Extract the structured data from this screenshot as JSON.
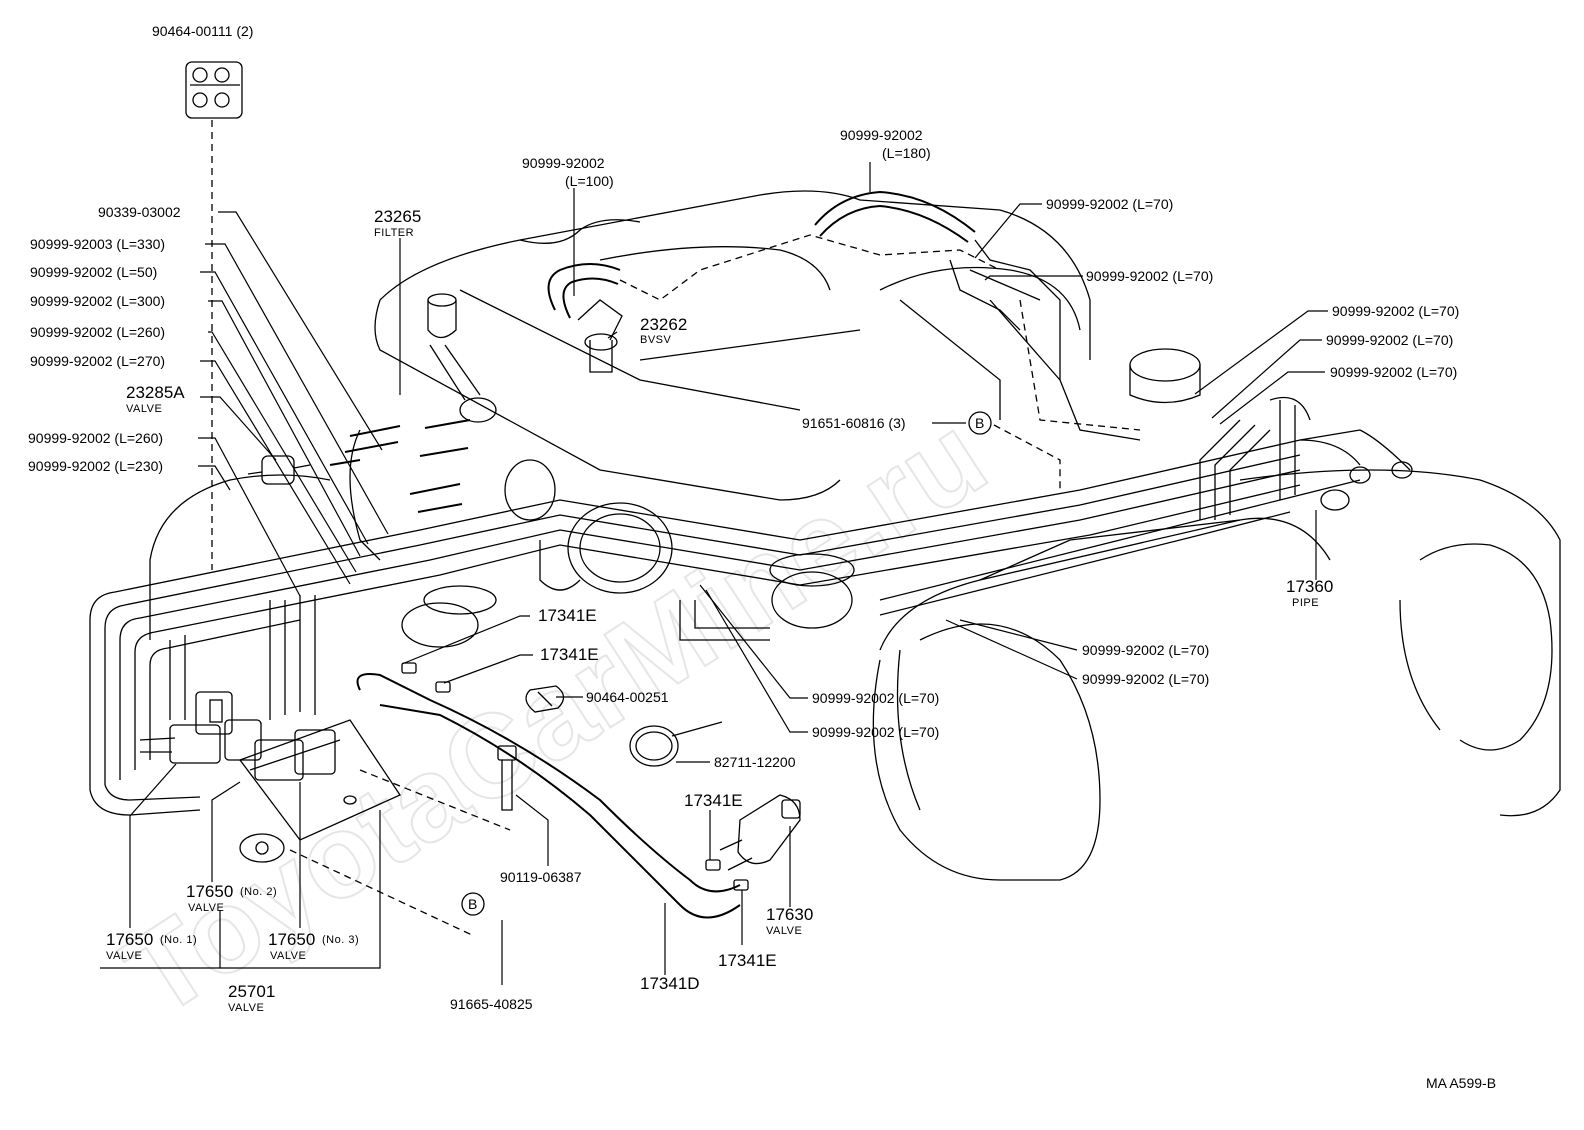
{
  "watermark": "ToyotaCarMine.ru",
  "figure_code": "MA  A599-B",
  "labels": {
    "l_90464_00111": "90464-00111 (2)",
    "l_90339": "90339-03002",
    "l_l330": "90999-92003 (L=330)",
    "l_l50": "90999-92002 (L=50)",
    "l_l300": "90999-92002 (L=300)",
    "l_l260a": "90999-92002 (L=260)",
    "l_l270": "90999-92002 (L=270)",
    "l_23285": "23285A",
    "l_23285_sub": "VALVE",
    "l_l260b": "90999-92002 (L=260)",
    "l_l230": "90999-92002 (L=230)",
    "l_23265": "23265",
    "l_23265_sub": "FILTER",
    "l_l100_pn": "90999-92002",
    "l_l100": "(L=100)",
    "l_l180_pn": "90999-92002",
    "l_l180": "(L=180)",
    "l_23262": "23262",
    "l_23262_sub": "BVSV",
    "l_r70a": "90999-92002 (L=70)",
    "l_r70b": "90999-92002 (L=70)",
    "l_r70c": "90999-92002 (L=70)",
    "l_r70d": "90999-92002 (L=70)",
    "l_r70e": "90999-92002 (L=70)",
    "l_91651": "91651-60816 (3)",
    "l_B": "B",
    "l_17360": "17360",
    "l_17360_sub": "PIPE",
    "l_m70a": "90999-92002 (L=70)",
    "l_m70b": "90999-92002 (L=70)",
    "l_m70c": "90999-92002 (L=70)",
    "l_m70d": "90999-92002 (L=70)",
    "l_17341e_a": "17341E",
    "l_17341e_b": "17341E",
    "l_90464_00251": "90464-00251",
    "l_82711": "82711-12200",
    "l_17341e_c": "17341E",
    "l_90119": "90119-06387",
    "l_17630": "17630",
    "l_17630_sub": "VALVE",
    "l_17341e_d": "17341E",
    "l_17341d": "17341D",
    "l_17650_2": "17650",
    "l_17650_2_no": "(No. 2)",
    "l_17650_2_sub": "VALVE",
    "l_17650_1": "17650",
    "l_17650_1_no": "(No. 1)",
    "l_17650_1_sub": "VALVE",
    "l_17650_3": "17650",
    "l_17650_3_no": "(No. 3)",
    "l_17650_3_sub": "VALVE",
    "l_25701": "25701",
    "l_25701_sub": "VALVE",
    "l_B2": "B",
    "l_91665": "91665-40825"
  }
}
